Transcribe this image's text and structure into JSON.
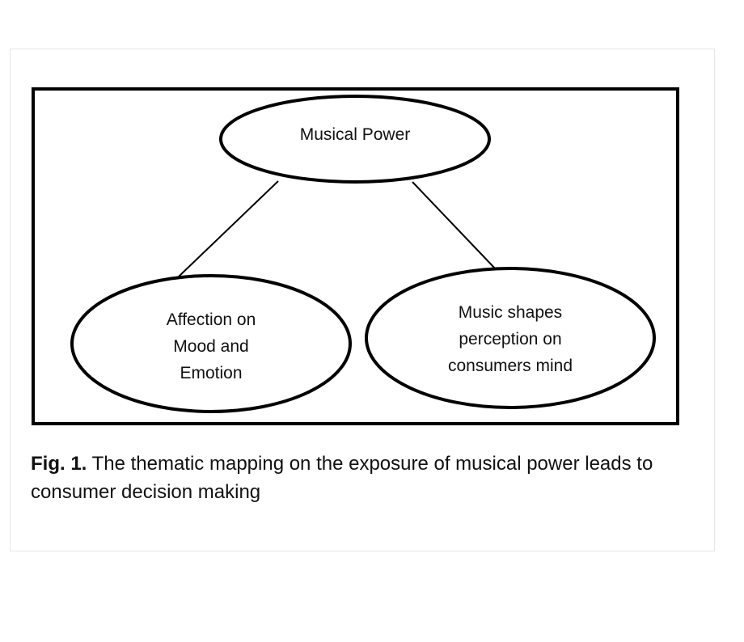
{
  "diagram": {
    "nodes": {
      "root": {
        "label": "Musical Power"
      },
      "left": {
        "lines": [
          "Affection on",
          "Mood and",
          "Emotion"
        ]
      },
      "right": {
        "lines": [
          "Music shapes",
          "perception on",
          "consumers mind"
        ]
      }
    },
    "edges": [
      {
        "from": "root",
        "to": "left"
      },
      {
        "from": "root",
        "to": "right"
      }
    ]
  },
  "caption": {
    "prefix": "Fig. 1.",
    "text": " The thematic mapping on the exposure of musical power leads to consumer decision making"
  }
}
